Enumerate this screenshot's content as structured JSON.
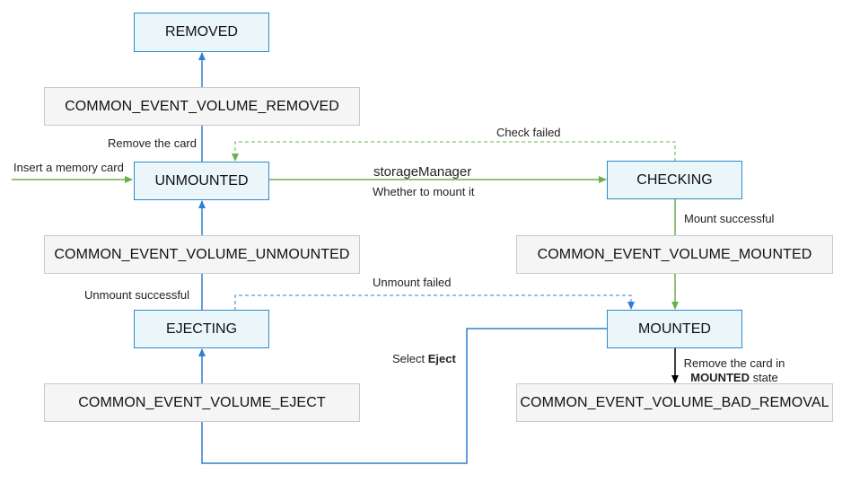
{
  "states": {
    "removed": "REMOVED",
    "unmounted": "UNMOUNTED",
    "ejecting": "EJECTING",
    "checking": "CHECKING",
    "mounted": "MOUNTED"
  },
  "events": {
    "volume_removed": "COMMON_EVENT_VOLUME_REMOVED",
    "volume_unmounted": "COMMON_EVENT_VOLUME_UNMOUNTED",
    "volume_eject": "COMMON_EVENT_VOLUME_EJECT",
    "volume_mounted": "COMMON_EVENT_VOLUME_MOUNTED",
    "volume_bad_removal": "COMMON_EVENT_VOLUME_BAD_REMOVAL"
  },
  "labels": {
    "remove_card": "Remove the card",
    "insert_card": "Insert a memory card",
    "storage_manager": "storageManager",
    "whether_mount": "Whether to mount it",
    "check_failed": "Check failed",
    "mount_successful": "Mount successful",
    "unmount_successful": "Unmount successful",
    "unmount_failed": "Unmount failed",
    "select_prefix": "Select ",
    "select_bold": "Eject",
    "remove_in_line1": "Remove the card in",
    "remove_in_bold": "MOUNTED",
    "remove_in_suffix": " state"
  },
  "colors": {
    "state_fill": "#ebf6fa",
    "state_border": "#2f8bc9",
    "event_fill": "#f5f5f5",
    "event_border": "#c9c9c9",
    "blue_arrow": "#2f7fd0",
    "green_arrow": "#6ab04c",
    "black_arrow": "#000000"
  }
}
